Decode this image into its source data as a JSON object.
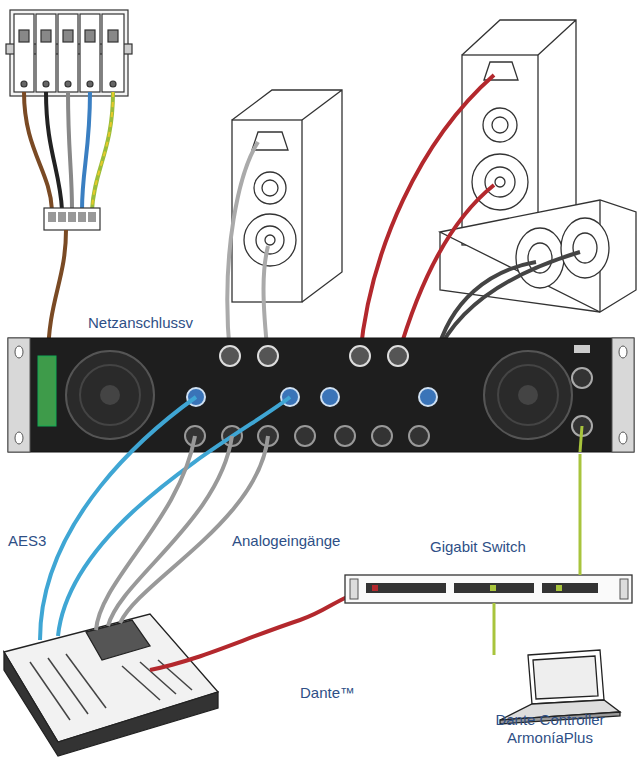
{
  "diagram": {
    "nodes": [
      {
        "text": [
          "Netzanschlussv"
        ]
      },
      {
        "text": [
          "Gigabit Switch"
        ]
      },
      {
        "text": [
          "Dante Controller ArmoníaPlus"
        ]
      }
    ],
    "edges": [
      {
        "from": 0,
        "to": 1,
        "arrow": "none"
      },
      {
        "from": 1,
        "to": 2,
        "arrow": "none"
      }
    ],
    "labels": [
      "AES3",
      "Analogeingänge",
      "Dante™"
    ]
  }
}
